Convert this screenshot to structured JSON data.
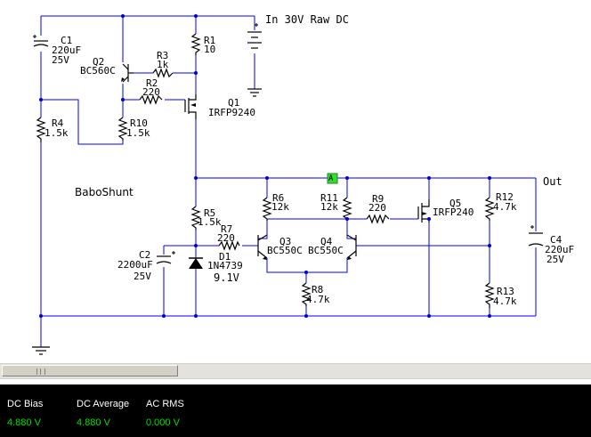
{
  "circuit": {
    "title": "BaboShunt",
    "supply": "In 30V Raw DC",
    "output": "Out",
    "probe": "A",
    "components": {
      "c1": {
        "ref": "C1",
        "value": "220uF",
        "rating": "25V"
      },
      "q2": {
        "ref": "Q2",
        "part": "BC560C"
      },
      "r3": {
        "ref": "R3",
        "value": "1k"
      },
      "r1": {
        "ref": "R1",
        "value": "10"
      },
      "r2": {
        "ref": "R2",
        "value": "220"
      },
      "q1": {
        "ref": "Q1",
        "part": "IRFP9240"
      },
      "r4": {
        "ref": "R4",
        "value": "1.5k"
      },
      "r10": {
        "ref": "R10",
        "value": "1.5k"
      },
      "r6": {
        "ref": "R6",
        "value": "12k"
      },
      "r11": {
        "ref": "R11",
        "value": "12k"
      },
      "r9": {
        "ref": "R9",
        "value": "220"
      },
      "q5": {
        "ref": "Q5",
        "part": "IRFP240"
      },
      "r12": {
        "ref": "R12",
        "value": "4.7k"
      },
      "r5": {
        "ref": "R5",
        "value": "1.5k"
      },
      "r7": {
        "ref": "R7",
        "value": "220"
      },
      "q3": {
        "ref": "Q3",
        "part": "BC550C"
      },
      "q4": {
        "ref": "Q4",
        "part": "BC550C"
      },
      "c2": {
        "ref": "C2",
        "value": "2200uF",
        "rating": "25V"
      },
      "d1": {
        "ref": "D1",
        "part": "1N4739",
        "voltage": "9.1V"
      },
      "c4": {
        "ref": "C4",
        "value": "220uF",
        "rating": "25V"
      },
      "r8": {
        "ref": "R8",
        "value": "4.7k"
      },
      "r13": {
        "ref": "R13",
        "value": "4.7k"
      }
    }
  },
  "status": {
    "dc_bias": {
      "label": "DC Bias",
      "value": "4.880 V"
    },
    "dc_average": {
      "label": "DC Average",
      "value": "4.880 V"
    },
    "ac_rms": {
      "label": "AC RMS",
      "value": "0.000 V"
    }
  },
  "colors": {
    "wire": "#0000ff",
    "part": "#000000",
    "probe": "#33dd33",
    "value": "#00e000"
  }
}
